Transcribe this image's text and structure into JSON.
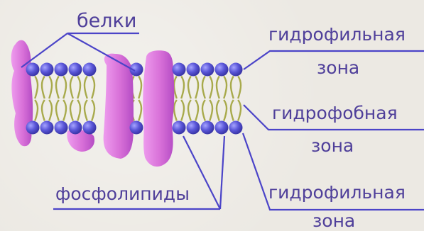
{
  "labels": {
    "proteins": "белки",
    "phospholipids": "фосфолипиды",
    "hydrophilic_top_1": "гидрофильная",
    "hydrophilic_top_2": "зона",
    "hydrophobic_1": "гидрофобная",
    "hydrophobic_2": "зона",
    "hydrophilic_bottom_1": "гидрофильная",
    "hydrophilic_bottom_2": "зона"
  },
  "colors": {
    "background": "#ece9e3",
    "label_text": "#4f3f9a",
    "leader_line": "#4b44c8",
    "protein": "#d870d8",
    "protein_shade": "#b44cc4",
    "phospholipid_head": "#5a56d8",
    "phospholipid_tail": "#a8aa4c"
  },
  "icons": {
    "protein_shape": "protein-blob-icon",
    "phospholipid": "phospholipid-icon"
  }
}
